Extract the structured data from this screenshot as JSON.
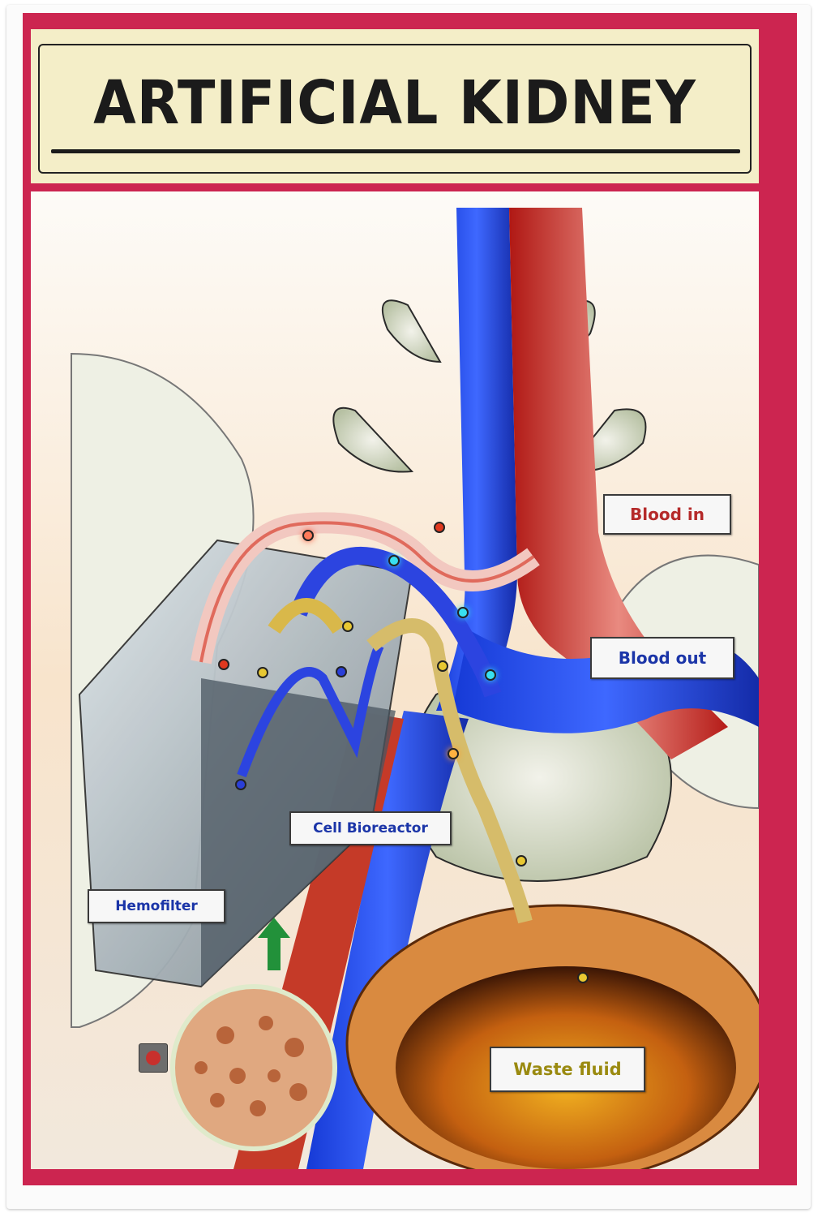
{
  "poster": {
    "title": "ARTIFICIAL KIDNEY",
    "colors": {
      "frame": "#cc2550",
      "title_panel": "#f4eec8",
      "blood_in_text": "#b52a2a",
      "blood_out_text": "#1b35a8",
      "component_text": "#1b35a8",
      "waste_text": "#9a8a10",
      "artery": "#d22a22",
      "vein": "#1f3fd0",
      "waste_tube": "#c9a534"
    }
  },
  "labels": {
    "blood_in": "Blood in",
    "blood_out": "Blood out",
    "cell_bioreactor": "Cell Bioreactor",
    "hemofilter": "Hemofilter",
    "waste_fluid": "Waste fluid"
  },
  "leds": [
    {
      "color": "red",
      "hex": "#ff5a3a"
    },
    {
      "color": "red",
      "hex": "#e0381e"
    },
    {
      "color": "red",
      "hex": "#e0381e"
    },
    {
      "color": "cyan",
      "hex": "#38e0f0"
    },
    {
      "color": "cyan",
      "hex": "#38e0f0"
    },
    {
      "color": "cyan",
      "hex": "#38e0f0"
    },
    {
      "color": "blue",
      "hex": "#2a3fd8"
    },
    {
      "color": "blue",
      "hex": "#2a3fd8"
    },
    {
      "color": "yellow",
      "hex": "#e8c832"
    },
    {
      "color": "yellow",
      "hex": "#e8c832"
    },
    {
      "color": "yellow",
      "hex": "#e8c832"
    },
    {
      "color": "orange",
      "hex": "#ffb040"
    },
    {
      "color": "yellow",
      "hex": "#e8c832"
    },
    {
      "color": "yellow",
      "hex": "#e8c832"
    }
  ],
  "controls": {
    "push_button": "red push button"
  }
}
